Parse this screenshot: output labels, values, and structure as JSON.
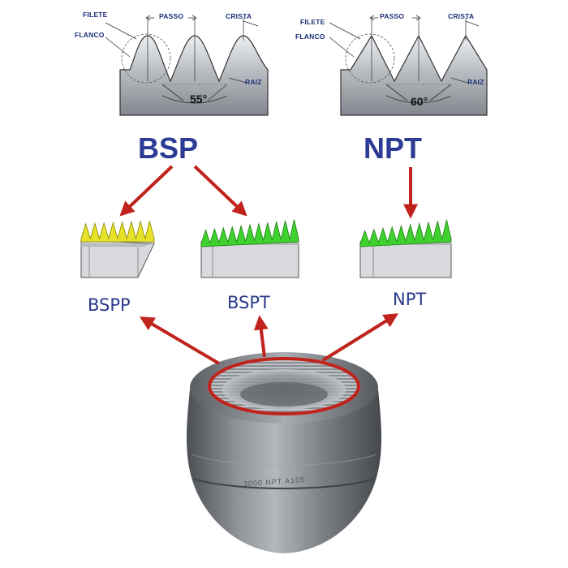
{
  "profiles": {
    "bsp": {
      "filete_label": "FILETE",
      "passo_label": "PASSO",
      "crista_label": "CRISTA",
      "flanco_label": "FLANCO",
      "raiz_label": "RAIZ",
      "angle_label": "55°"
    },
    "npt": {
      "filete_label": "FILETE",
      "passo_label": "PASSO",
      "crista_label": "CRISTA",
      "flanco_label": "FLANCO",
      "raiz_label": "RAIZ",
      "angle_label": "60°"
    }
  },
  "headers": {
    "bsp": "BSP",
    "npt": "NPT"
  },
  "thread_types": {
    "bspp": {
      "label": "BSPP",
      "color": "#e6e22a"
    },
    "bspt": {
      "label": "BSPT",
      "color": "#3fd12e"
    },
    "npt": {
      "label": "NPT",
      "color": "#3fd12e"
    }
  },
  "fitting": {
    "marking": "3000 NPT A105"
  },
  "colors": {
    "arrow": "#c0231c",
    "header": "#2c3b94",
    "label": "#2a3a8a"
  }
}
